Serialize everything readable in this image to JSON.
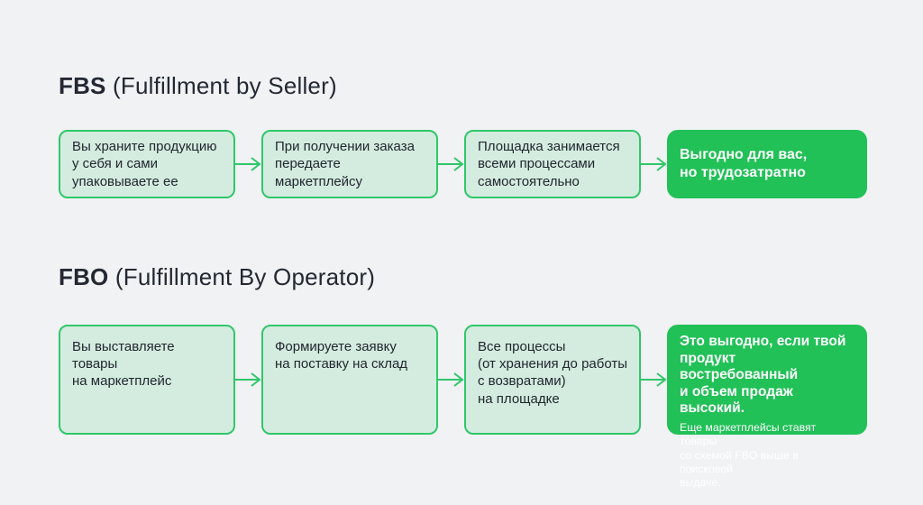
{
  "colors": {
    "page_background": "#f1f2f4",
    "step_fill": "#d4ecdf",
    "accent_green": "#30c76a",
    "result_green": "#21c157",
    "title_text": "#232833",
    "step_text": "#21262f",
    "result_text": "#ffffff"
  },
  "sections": [
    {
      "title_abbr": "FBS",
      "title_full": " (Fulfillment by Seller)",
      "steps": [
        {
          "text": "Вы храните продукцию\nу себя и сами\nупаковываете ее"
        },
        {
          "text": "При получении заказа\nпередаете\nмаркетплейсу"
        },
        {
          "text": "Площадка занимается\nвсеми процессами\nсамостоятельно"
        }
      ],
      "result": {
        "title": "Выгодно для вас,\nно трудозатратно"
      }
    },
    {
      "title_abbr": "FBO",
      "title_full": " (Fulfillment By Operator)",
      "steps": [
        {
          "text": "Вы выставляете товары\nна маркетплейс"
        },
        {
          "text": "Формируете заявку\nна поставку на склад"
        },
        {
          "text": "Все процессы\n(от хранения до работы\nс возвратами)\nна площадке"
        }
      ],
      "result": {
        "title": "Это выгодно, если твой\nпродукт востребованный\nи объем продаж высокий.",
        "note": "Еще маркетплейсы ставят товары\nсо схемой FBO выше в поисковой\nвыдаче."
      }
    }
  ]
}
